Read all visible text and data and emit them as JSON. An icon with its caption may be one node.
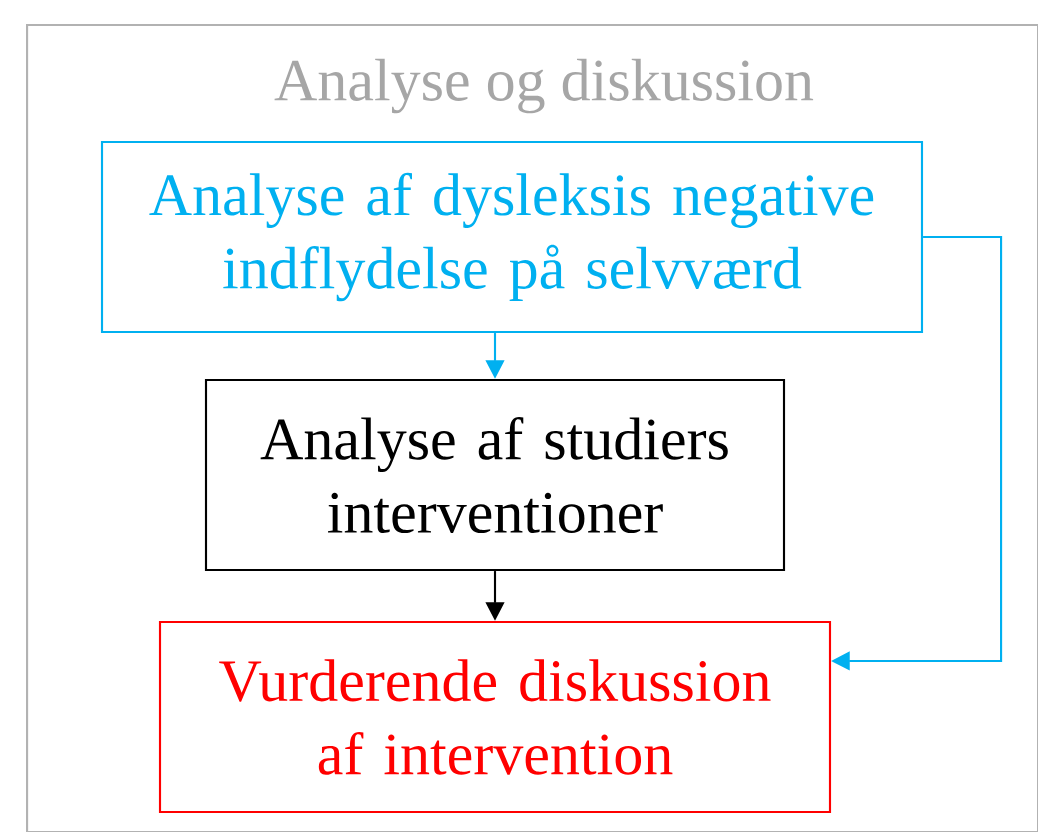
{
  "diagram": {
    "nodes": [
      {
        "text": [
          "Analyse og diskussion"
        ]
      },
      {
        "text": [
          "Analyse af dysleksis negative indflydelse på selvværd"
        ],
        "in": 0
      },
      {
        "text": [
          "Analyse af studiers interventioner"
        ],
        "in": 0
      },
      {
        "text": [
          "Vurderende diskussion af intervention"
        ],
        "in": 0
      }
    ],
    "edges": [
      {
        "from": 1,
        "to": 2,
        "arrow": "to",
        "color": "#00b0f0"
      },
      {
        "from": 2,
        "to": 3,
        "arrow": "to",
        "color": "#000000"
      },
      {
        "from": 1,
        "to": 3,
        "arrow": "to",
        "color": "#00b0f0"
      }
    ]
  }
}
